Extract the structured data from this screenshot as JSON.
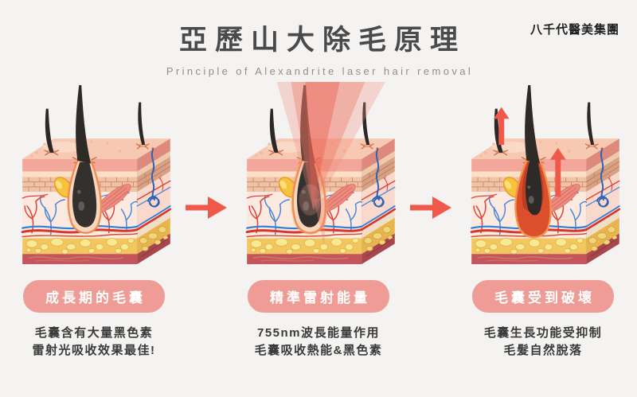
{
  "header": {
    "title": "亞歷山大除毛原理",
    "subtitle": "Principle of Alexandrite laser hair removal",
    "brand": "八千代醫美集團"
  },
  "steps": [
    {
      "label": "成長期的毛囊",
      "caption_line1": "毛囊含有大量黑色素",
      "caption_line2": "雷射光吸收效果最佳!",
      "illustration": "anagen-follicle"
    },
    {
      "label": "精準雷射能量",
      "caption_line1": "755nm波長能量作用",
      "caption_line2": "毛囊吸收熱能&黑色素",
      "illustration": "laser-irradiation"
    },
    {
      "label": "毛囊受到破壞",
      "caption_line1": "毛囊生長功能受抑制",
      "caption_line2": "毛髮自然脫落",
      "illustration": "destroyed-follicle"
    }
  ],
  "colors": {
    "background": "#F4F3F1",
    "title": "#4A4A4A",
    "subtitle": "#8F8F8F",
    "caption": "#3A3A3A",
    "pill": "#EE9C95",
    "pill_text": "#FFFFFF",
    "flow_arrow": "#F0594A",
    "laser_beam": "#EC5B4B",
    "damaged_follicle": "#DB4F2C"
  }
}
